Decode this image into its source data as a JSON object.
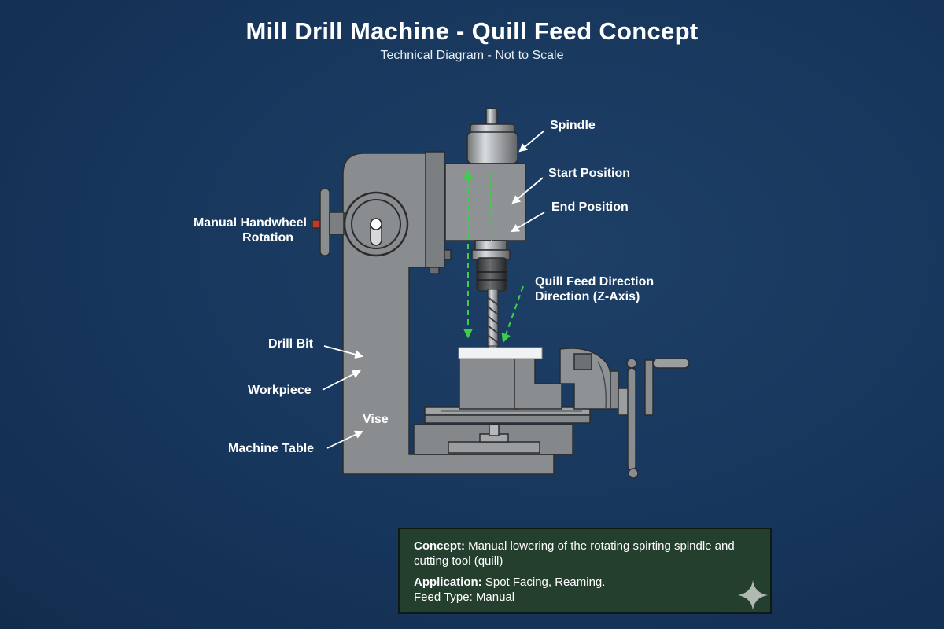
{
  "title": "Mill Drill Machine - Quill Feed Concept",
  "subtitle": "Technical Diagram - Not to Scale",
  "labels": {
    "spindle": "Spindle",
    "start_position": "Start Position",
    "end_position": "End Position",
    "handwheel_line1": "Manual Handwheel",
    "handwheel_line2": "Rotation",
    "quill_feed_line1": "Quill Feed Direction",
    "quill_feed_line2": "Direction (Z-Axis)",
    "drill_bit": "Drill Bit",
    "workpiece": "Workpiece",
    "vise": "Vise",
    "machine_table": "Machine Table"
  },
  "concept_box": {
    "concept_label": "Concept:",
    "concept_text": "Manual lowering of the rotating spirting spindle and cutting tool (quill)",
    "application_label": "Application:",
    "application_text": "Spot Facing, Reaming.",
    "feed_type": "Feed Type: Manual"
  },
  "colors": {
    "background": "#17365c",
    "machine_body": "#8a8d90",
    "outline": "#2a2c2e",
    "feed_arrow": "#3ecf4a",
    "concept_box_bg": "#253f2f"
  },
  "icons": {
    "sparkle": "sparkle-icon"
  }
}
